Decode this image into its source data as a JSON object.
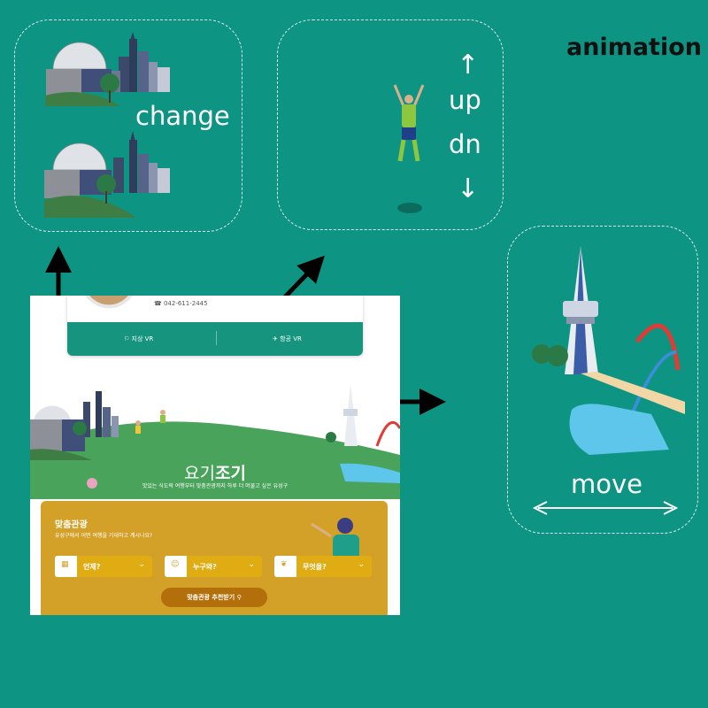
{
  "title": "animation",
  "labels": {
    "change": "change",
    "up_arrow": "↑",
    "up": "up",
    "dn": "dn",
    "down_arrow": "↓",
    "move": "move"
  },
  "card": {
    "phone": "042-611-2445",
    "btn_ground_vr": "지상 VR",
    "btn_air_vr": "항공 VR"
  },
  "hero": {
    "title_light": "요기",
    "title_bold": "조기",
    "tagline": "맛있는 식도락 여행부터 맞춤관광까지 하루 더 머물고 싶은 유성구"
  },
  "tour": {
    "heading": "맞춤관광",
    "subheading": "유성구에서 어떤 여행을 기대하고 계시나요?",
    "options": [
      "언제?",
      "누구와?",
      "무엇을?"
    ],
    "button": "맞춤관광 추천받기"
  },
  "colors": {
    "bg": "#0d9482",
    "accent": "#d4a128",
    "hill": "#4aa35b"
  }
}
